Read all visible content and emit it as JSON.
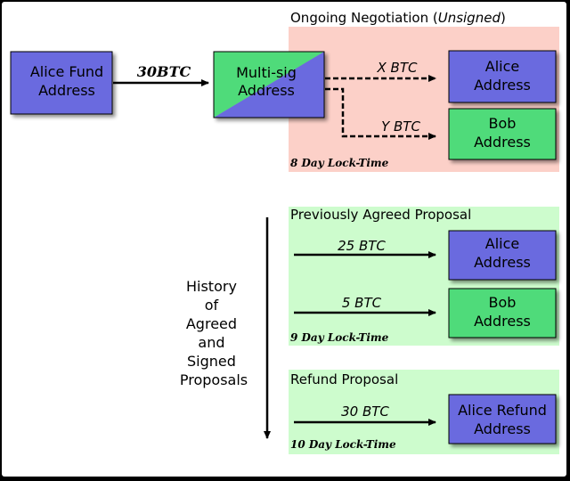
{
  "colors": {
    "background": "#000000",
    "canvas": "#ffffff",
    "negotiation_panel": "#fcd0c8",
    "agreed_panel": "#cdfccd",
    "alice_box": "#6b6bdf",
    "bob_box": "#4fdb7a",
    "multisig_green": "#4fdb7a",
    "multisig_blue": "#6b6bdf",
    "stroke": "#000000"
  },
  "fund_box": {
    "line1": "Alice Fund",
    "line2": "Address"
  },
  "fund_arrow_label": "30BTC",
  "multisig_box": {
    "line1": "Multi-sig",
    "line2": "Address"
  },
  "negotiation": {
    "title_prefix": "Ongoing Negotiation (",
    "title_emphasis": "Unsigned",
    "title_suffix": ")",
    "x_label": "X BTC",
    "y_label": "Y BTC",
    "alice": {
      "line1": "Alice",
      "line2": "Address"
    },
    "bob": {
      "line1": "Bob",
      "line2": "Address"
    },
    "lock_time": "8 Day Lock-Time"
  },
  "history_label": [
    "History",
    "of",
    "Agreed",
    "and",
    "Signed",
    "Proposals"
  ],
  "previous": {
    "title": "Previously Agreed Proposal",
    "alice_amount": "25 BTC",
    "bob_amount": "5 BTC",
    "alice": {
      "line1": "Alice",
      "line2": "Address"
    },
    "bob": {
      "line1": "Bob",
      "line2": "Address"
    },
    "lock_time": "9 Day Lock-Time"
  },
  "refund": {
    "title": "Refund Proposal",
    "amount": "30 BTC",
    "alice": {
      "line1": "Alice Refund",
      "line2": "Address"
    },
    "lock_time": "10 Day Lock-Time"
  }
}
